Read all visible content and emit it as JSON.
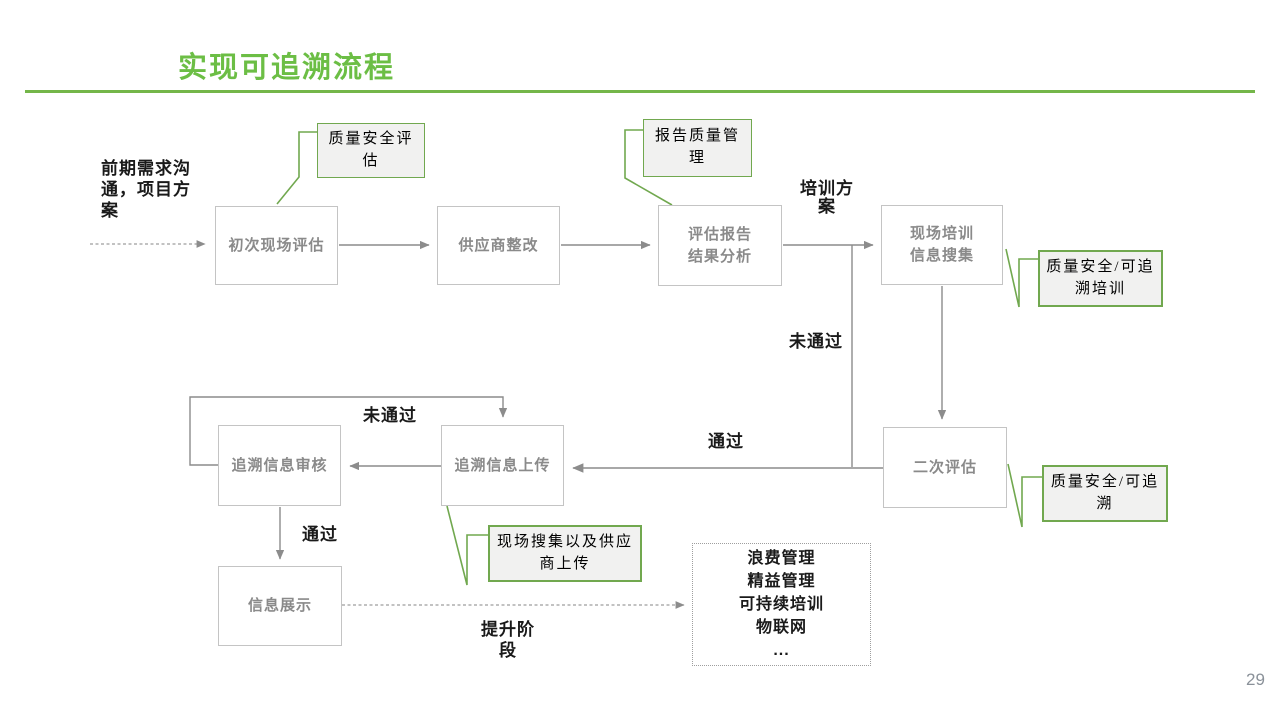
{
  "slide": {
    "title": "实现可追溯流程",
    "page_number": "29"
  },
  "colors": {
    "title_green": "#6CBE45",
    "divider_green": "#74B649",
    "callout_border_green": "#71A84F",
    "callout_fill": "#F1F1F0",
    "flow_box_border": "#C4C4C4",
    "flow_box_text": "#8A8A8A",
    "arrow_gray": "#8C8C8C",
    "label_black": "#1A1A1A",
    "page_number_gray": "#8A9199"
  },
  "boxes": {
    "initial_assessment": "初次现场评估",
    "supplier_rectification": "供应商整改",
    "report_analysis": "评估报告\n结果分析",
    "onsite_training": "现场培训\n信息搜集",
    "second_assessment": "二次评估",
    "trace_review": "追溯信息审核",
    "trace_upload": "追溯信息上传",
    "info_display": "信息展示",
    "future_items": "浪费管理\n精益管理\n可持续培训\n物联网\n..."
  },
  "callouts": {
    "quality_safety_assessment": "质量安全评\n估",
    "report_quality_mgmt": "报告质量管\n理",
    "quality_safety_trace_training": "质量安全/可追\n溯培训",
    "quality_safety_trace": "质量安全/可追\n溯",
    "onsite_collection_supplier_upload": "现场搜集以及供应\n商上传"
  },
  "labels": {
    "intro": "前期需求沟\n通，项目方\n案",
    "training_plan": "培训方\n案",
    "fail_top": "未通过",
    "pass_right": "通过",
    "fail_loop": "未通过",
    "pass_bottom": "通过",
    "upgrade_stage": "提升阶段"
  }
}
